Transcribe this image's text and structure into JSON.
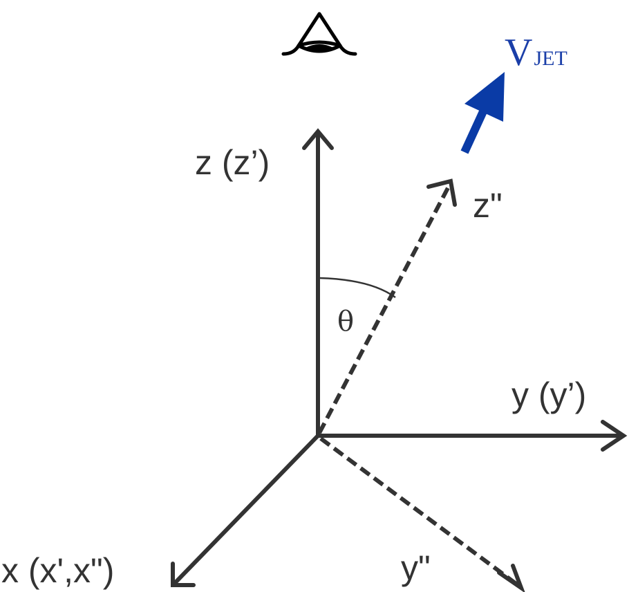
{
  "labels": {
    "z_axis": "z (z’)",
    "y_axis": "y (y’)",
    "x_axis": "x (x',x\")",
    "z_rot": "z\"",
    "y_rot": "y\"",
    "angle": "θ",
    "jet_main": "V",
    "jet_sub": "JET"
  },
  "icons": {
    "observer": "eye-icon"
  },
  "colors": {
    "axis": "#333333",
    "jet": "#0a3ba6",
    "jet_text": "#1a3ea8"
  }
}
